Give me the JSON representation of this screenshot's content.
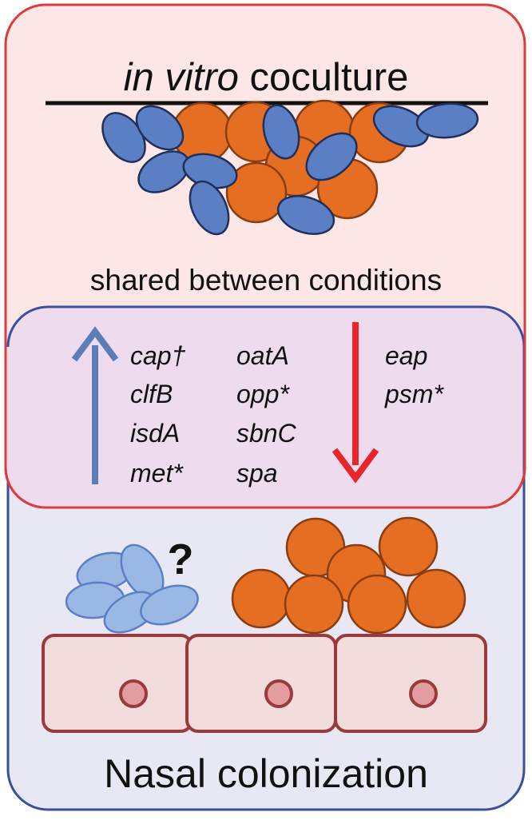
{
  "top_panel": {
    "title_italic": "in vitro",
    "title_rest": " coculture",
    "caption": "shared between conditions"
  },
  "overlap": {
    "up_genes": [
      "cap†",
      "clfB",
      "isdA",
      "met*",
      "oatA",
      "opp*",
      "sbnC",
      "spa"
    ],
    "down_genes": [
      "eap",
      "psm*"
    ],
    "up_arrow_color": "#5b7db8",
    "down_arrow_color": "#e8252a"
  },
  "bottom_panel": {
    "question_mark": "?",
    "caption": "Nasal colonization"
  },
  "colors": {
    "top_border": "#e03a3e",
    "top_fill": "#fce6e6",
    "bottom_border": "#3a4fa0",
    "bottom_fill": "#e8e8f4",
    "overlap_fill": "#eedcee",
    "ellipse_dark": "#5a7fc4",
    "ellipse_light": "#9ab8e4",
    "coccus": "#e56e22",
    "cell_fill": "#f2dcdc",
    "cell_border": "#9b3a3c",
    "nucleus": "#e39ca0"
  }
}
